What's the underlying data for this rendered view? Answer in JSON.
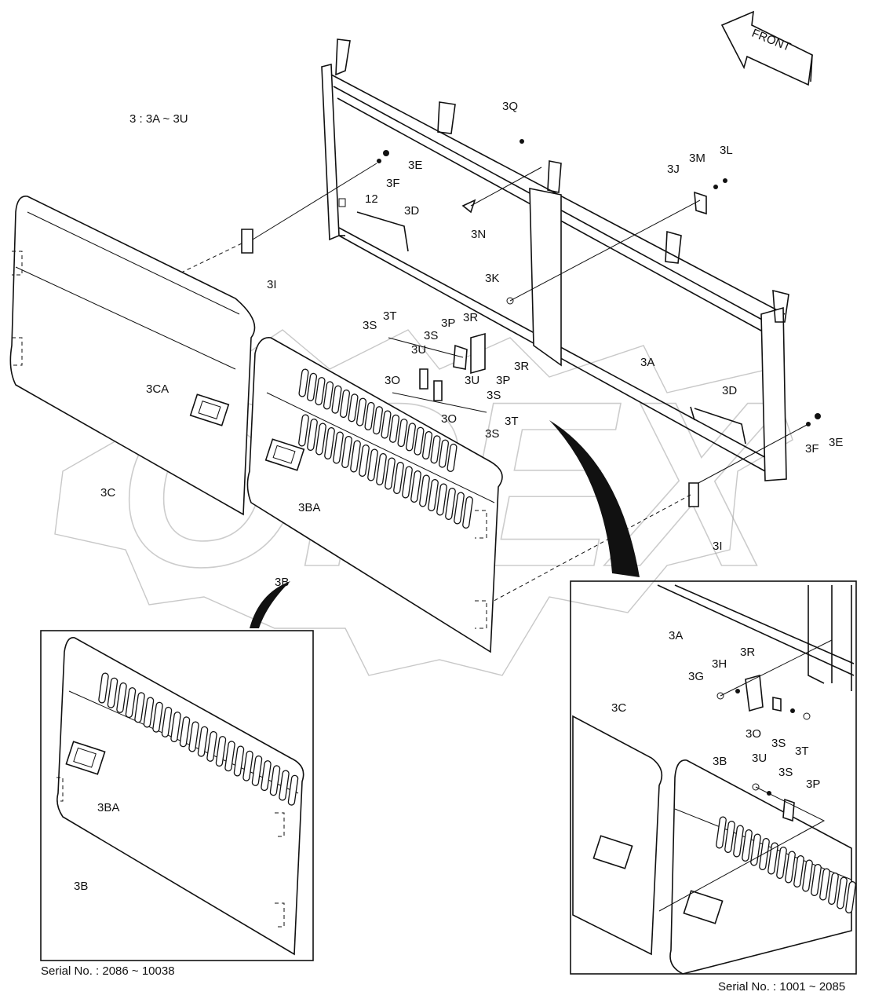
{
  "assembly_note": "3 : 3A ~ 3U",
  "front_label": "FRONT",
  "watermark": "OPEX",
  "serial_left": "Serial No. : 2086 ~ 10038",
  "serial_right": "Serial No. : 1001 ~ 2085",
  "labels": {
    "l3Q": "3Q",
    "l3E_top": "3E",
    "l3F_top": "3F",
    "l12": "12",
    "l3D_top": "3D",
    "l3I_top": "3I",
    "l3N": "3N",
    "l3M": "3M",
    "l3L": "3L",
    "l3J": "3J",
    "l3K": "3K",
    "l3T_a": "3T",
    "l3S_a": "3S",
    "l3S_b": "3S",
    "l3P_a": "3P",
    "l3R_a": "3R",
    "l3U_a": "3U",
    "l3R_b": "3R",
    "l3O_a": "3O",
    "l3P_b": "3P",
    "l3U_b": "3U",
    "l3S_c": "3S",
    "l3O_b": "3O",
    "l3T_b": "3T",
    "l3S_d": "3S",
    "l3A": "3A",
    "l3D_right": "3D",
    "l3CA": "3CA",
    "l3C": "3C",
    "l3BA": "3BA",
    "l3F_right": "3F",
    "l3E_right": "3E",
    "l3I_right": "3I",
    "l3B": "3B",
    "inset_l3BA": "3BA",
    "inset_l3B": "3B",
    "inset_r3A": "3A",
    "inset_r3R": "3R",
    "inset_r3H": "3H",
    "inset_r3G": "3G",
    "inset_r3C": "3C",
    "inset_r3O": "3O",
    "inset_r3S_a": "3S",
    "inset_r3T": "3T",
    "inset_r3B": "3B",
    "inset_r3U": "3U",
    "inset_r3S_b": "3S",
    "inset_r3P": "3P"
  }
}
